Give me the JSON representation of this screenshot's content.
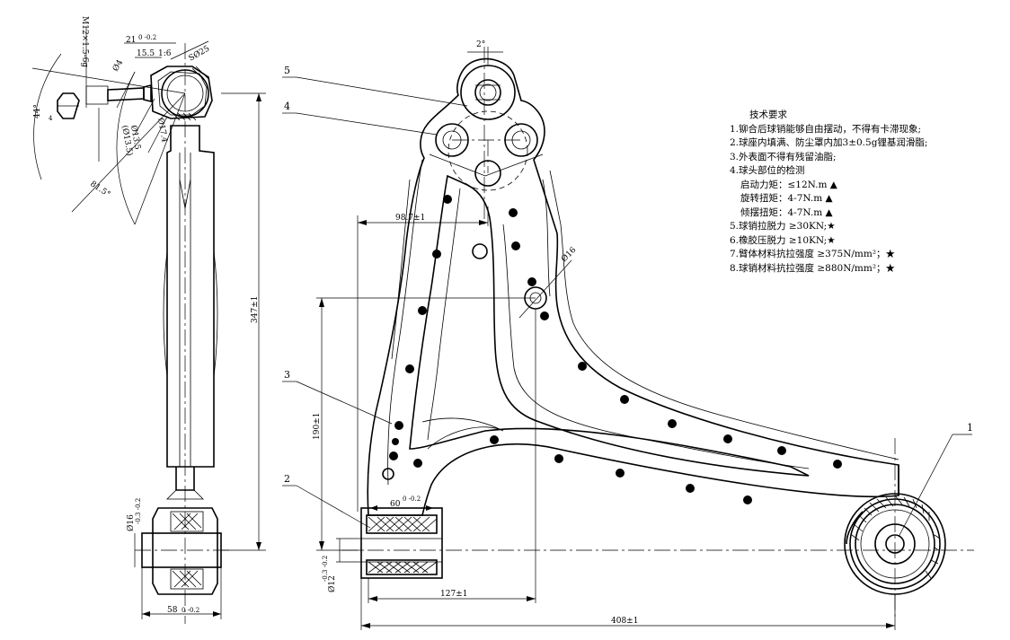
{
  "requirements": {
    "title": "技术要求",
    "items": [
      "1.铆合后球销能够自由摆动，不得有卡滞现象;",
      "2.球座内填满、防尘罩内加3±0.5g锂基润滑脂;",
      "3.外表面不得有残留油脂;",
      "4.球头部位的检测",
      "启动力矩：≤12N.m ▲",
      "旋转扭矩：4-7N.m ▲",
      "倾摆扭矩：4-7N.m ▲",
      "5.球销拉脱力 ≥30KN;★",
      "6.橡胶压脱力 ≥10KN;★",
      "7.臂体材料抗拉强度 ≥375N/mm²；★",
      "8.球销材料抗拉强度 ≥880N/mm²；★"
    ]
  },
  "callouts": {
    "c1": "1",
    "c2": "2",
    "c3": "3",
    "c4": "4",
    "c5": "5"
  },
  "dims": {
    "d408": "408±1",
    "d127": "127±1",
    "d190": "190±1",
    "d98": "98.7±1",
    "d16hole": "Ø16",
    "d2deg": "2°",
    "d60": "60",
    "d60tol": "0 -0.2",
    "d12": "Ø12",
    "d12tol": "-0.3 -0.2",
    "d347": "347±1",
    "d58": "58",
    "d58tol": "0 -0.2",
    "d16bush": "Ø16",
    "d16tol": "-0.3 -0.2",
    "d81": "81.5°",
    "d44": "44°",
    "thread": "M12×1.5-6g",
    "d21": "21",
    "d21tol": "0 -0.2",
    "d155": "15.5",
    "taper": "1:6",
    "dS25": "SØ25",
    "dØ4": "Ø4",
    "d135": "Ø13.5",
    "d135b": "(Ø13.5)",
    "d174": "Ø17.4",
    "d4": "4"
  }
}
